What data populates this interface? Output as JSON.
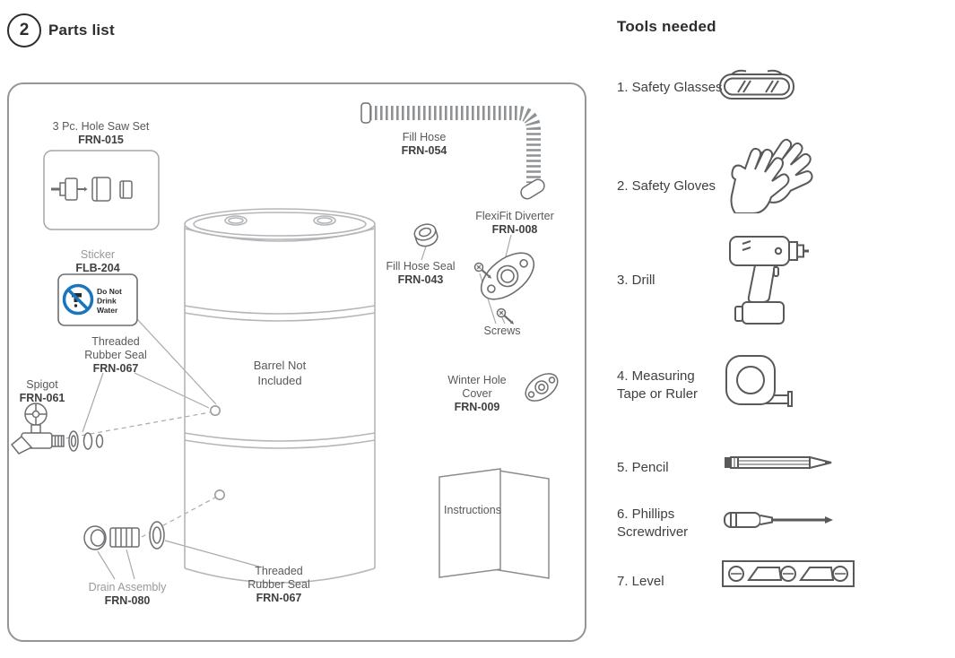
{
  "page": {
    "accent_blue": "#1b75bc",
    "line_gray": "#a7a9ac",
    "ink": "#414042"
  },
  "parts_list": {
    "step_number": "2",
    "title": "Parts list",
    "items": [
      {
        "name": "3 Pc. Hole Saw Set",
        "code": "FRN-015"
      },
      {
        "name": "Fill Hose",
        "code": "FRN-054"
      },
      {
        "name": "Sticker",
        "code": "FLB-204"
      },
      {
        "name": "FlexiFit Diverter",
        "code": "FRN-008"
      },
      {
        "name": "Fill Hose Seal",
        "code": "FRN-043"
      },
      {
        "name": "Screws",
        "code": ""
      },
      {
        "name": "Threaded Rubber Seal",
        "code": "FRN-067"
      },
      {
        "name": "Spigot",
        "code": "FRN-061"
      },
      {
        "name": "Barrel Not Included",
        "code": ""
      },
      {
        "name": "Winter Hole Cover",
        "code": "FRN-009"
      },
      {
        "name": "Drain Assembly",
        "code": "FRN-080"
      },
      {
        "name": "Threaded Rubber Seal",
        "code": "FRN-067"
      },
      {
        "name": "Instructions",
        "code": ""
      }
    ],
    "sticker": {
      "line1": "Do Not",
      "line2": "Drink",
      "line3": "Water"
    }
  },
  "tools": {
    "title": "Tools needed",
    "items": [
      {
        "label": "1. Safety Glasses",
        "icon": "safety-glasses-icon"
      },
      {
        "label": "2. Safety Gloves",
        "icon": "safety-gloves-icon"
      },
      {
        "label": "3. Drill",
        "icon": "drill-icon"
      },
      {
        "label": "4. Measuring Tape or Ruler",
        "icon": "measuring-tape-icon"
      },
      {
        "label": "5. Pencil",
        "icon": "pencil-icon"
      },
      {
        "label": "6. Phillips Screwdriver",
        "icon": "phillips-screwdriver-icon"
      },
      {
        "label": "7. Level",
        "icon": "level-icon"
      }
    ]
  }
}
